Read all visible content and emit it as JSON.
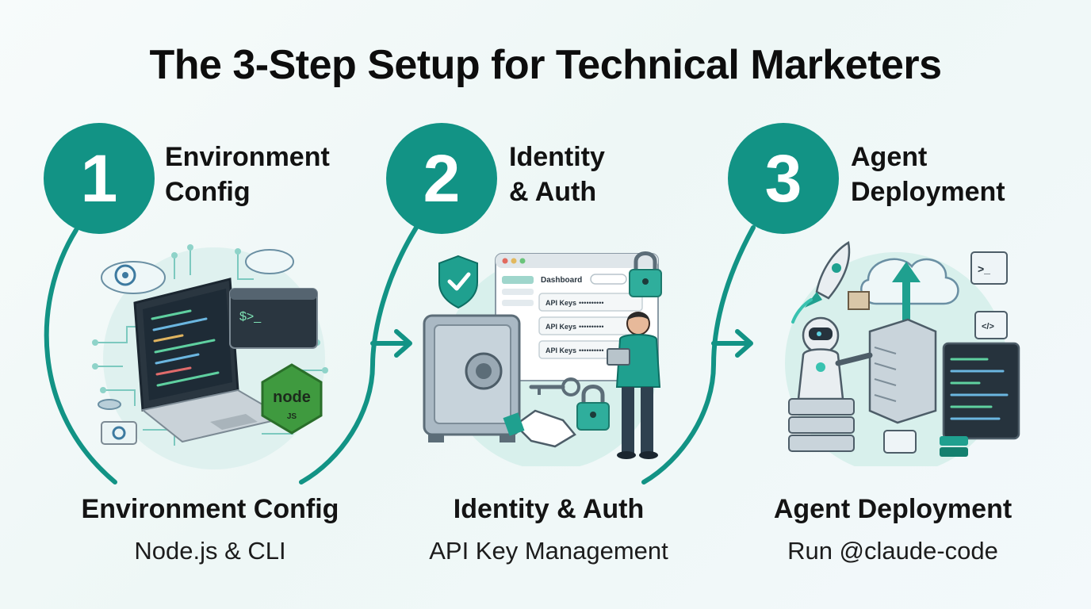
{
  "title": "The 3-Step Setup for Technical Marketers",
  "colors": {
    "teal": "#129385",
    "dark": "#1b3a4b",
    "accent": "#39c2b0"
  },
  "steps": [
    {
      "number": "1",
      "heading_line1": "Environment",
      "heading_line2": "Config",
      "bottom_title": "Environment Config",
      "bottom_subtitle": "Node.js & CLI",
      "terminal_prompt": "$>_",
      "badge_text": "node",
      "badge_sub": "JS",
      "icons": [
        "laptop-icon",
        "terminal-icon",
        "cloud-icon",
        "gear-icon",
        "nodejs-icon"
      ]
    },
    {
      "number": "2",
      "heading_line1": "Identity",
      "heading_line2": "& Auth",
      "bottom_title": "Identity & Auth",
      "bottom_subtitle": "API Key Management",
      "dashboard_label": "Dashboard",
      "api_key_rows": [
        "API Keys",
        "API Keys",
        "API Keys"
      ],
      "api_key_mask": "••••••••••",
      "icons": [
        "shield-icon",
        "safe-icon",
        "key-icon",
        "lock-icon",
        "handshake-icon",
        "person-icon"
      ]
    },
    {
      "number": "3",
      "heading_line1": "Agent",
      "heading_line2": "Deployment",
      "bottom_title": "Agent Deployment",
      "bottom_subtitle": "Run @claude-code",
      "terminal_prompt": ">_",
      "code_tag": "</>",
      "icons": [
        "rocket-icon",
        "robot-icon",
        "server-icon",
        "cloud-icon",
        "code-window-icon"
      ]
    }
  ]
}
